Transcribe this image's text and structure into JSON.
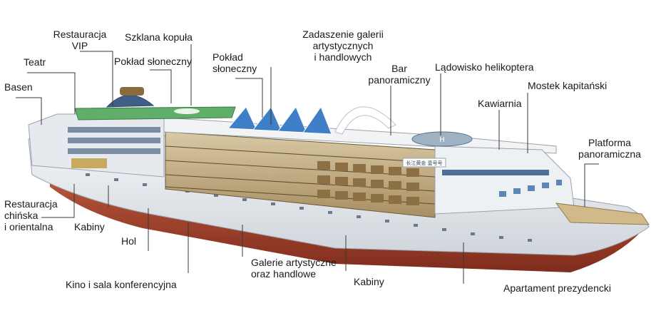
{
  "labels": {
    "restauracja_vip": "Restauracja\nVIP",
    "teatr": "Teatr",
    "basen": "Basen",
    "szklana_kopula": "Szklana kopuła",
    "poklad_sloneczny_1": "Pokład słoneczny",
    "poklad_sloneczny_2": "Pokład\nsłoneczny",
    "zadaszenie": "Zadaszenie galerii\nartystycznych\ni handlowych",
    "bar_panoramiczny": "Bar\npanoramiczny",
    "ladowisko": "Lądowisko helikoptera",
    "mostek": "Mostek kapitański",
    "kawiarnia": "Kawiarnia",
    "platforma": "Platforma\npanoramiczna",
    "restauracja_chinska": "Restauracja\nchińska\ni orientalna",
    "kabiny_1": "Kabiny",
    "hol": "Hol",
    "kino": "Kino i sala konferencyjna",
    "galerie": "Galerie artystyczne\noraz handlowe",
    "kabiny_2": "Kabiny",
    "apartament": "Apartament prezydencki"
  },
  "ship_name": "长江黄金 壹号号",
  "colors": {
    "hull_red": "#a8432c",
    "hull_white": "#e9ecef",
    "sun_deck_green": "#5fae6a",
    "canopy_blue": "#3f7fc7",
    "leader_line": "#3a3a3a"
  }
}
